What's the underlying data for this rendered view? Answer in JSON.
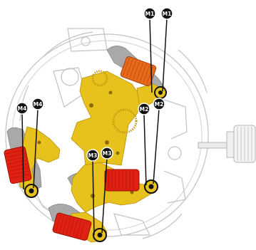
{
  "figure": {
    "motor_labels": [
      {
        "id": "m1-left",
        "label": "M1"
      },
      {
        "id": "m1-right",
        "label": "M1"
      },
      {
        "id": "m2-left",
        "label": "M2"
      },
      {
        "id": "m2-right",
        "label": "M2"
      },
      {
        "id": "m3-left",
        "label": "M3"
      },
      {
        "id": "m3-right",
        "label": "M3"
      },
      {
        "id": "m4-left",
        "label": "M4"
      },
      {
        "id": "m4-right",
        "label": "M4"
      }
    ],
    "colors": {
      "bridge": "#e8c21c",
      "coil": "#e02010",
      "coil_top": "#e86a18",
      "outline": "#b8b8b8",
      "marker": "#111111"
    }
  }
}
